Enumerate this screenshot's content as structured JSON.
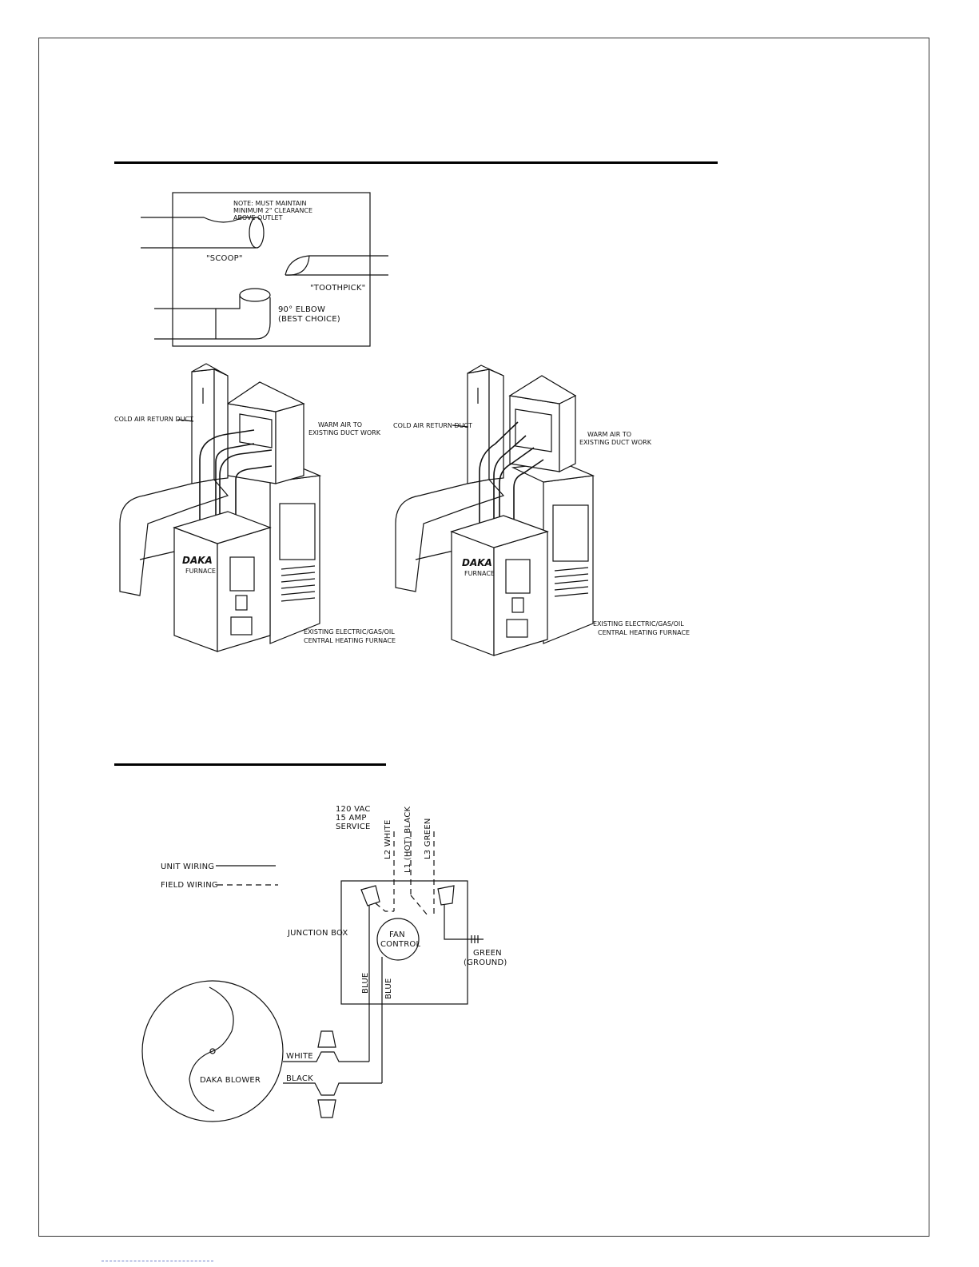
{
  "outlet_detail": {
    "note": [
      "NOTE: MUST MAINTAIN",
      "MINIMUM 2\" CLEARANCE",
      "ABOVE OUTLET"
    ],
    "scoop": "\"SCOOP\"",
    "toothpick": "\"TOOTHPICK\"",
    "elbow": [
      "90° ELBOW",
      "(BEST CHOICE)"
    ]
  },
  "installation_left": {
    "cold_air": "COLD AIR RETURN DUCT",
    "warm_air": [
      "WARM AIR TO",
      "EXISTING DUCT WORK"
    ],
    "brand": "DAKA",
    "brand_sub": "FURNACE",
    "existing": [
      "EXISTING ELECTRIC/GAS/OIL",
      "CENTRAL HEATING FURNACE"
    ]
  },
  "installation_right": {
    "cold_air": "COLD AIR RETURN DUCT",
    "warm_air": [
      "WARM AIR TO",
      "EXISTING DUCT WORK"
    ],
    "brand": "DAKA",
    "brand_sub": "FURNACE",
    "existing": [
      "EXISTING ELECTRIC/GAS/OIL",
      "CENTRAL HEATING FURNACE"
    ]
  },
  "wiring": {
    "service": [
      "120 VAC",
      "15 AMP",
      "SERVICE"
    ],
    "l2": "L2 WHITE",
    "l1": "L1 (HOT) BLACK",
    "l3": "L3 GREEN",
    "unit_wiring": "UNIT WIRING",
    "field_wiring": "FIELD WIRING",
    "junction_box": "JUNCTION BOX",
    "fan_control": [
      "FAN",
      "CONTROL"
    ],
    "green_ground": [
      "GREEN",
      "(GROUND)"
    ],
    "blue": "BLUE",
    "white": "WHITE",
    "black": "BLACK",
    "blower": "DAKA BLOWER"
  }
}
